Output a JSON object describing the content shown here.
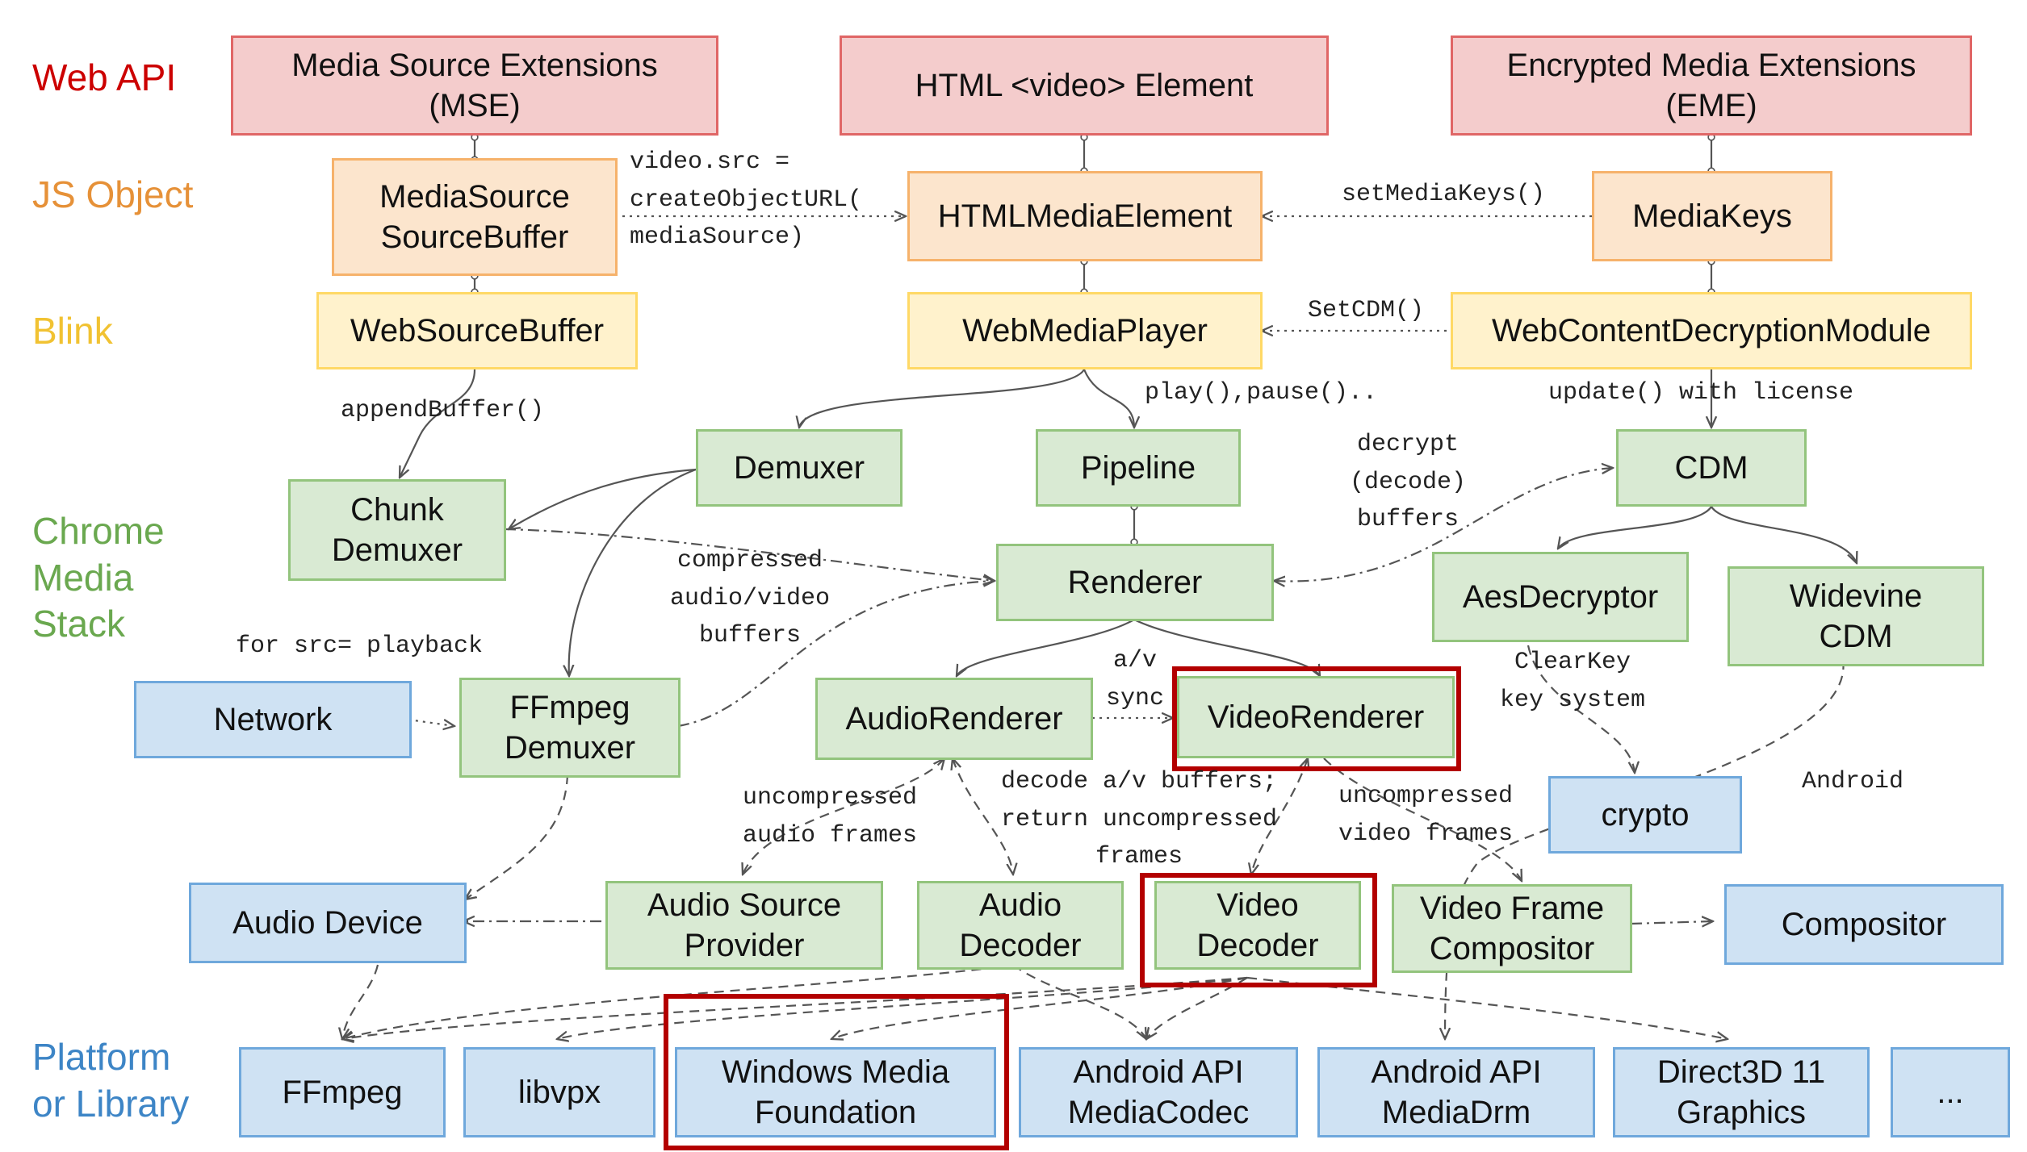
{
  "layers": {
    "web_api": "Web API",
    "js_object": "JS Object",
    "blink": "Blink",
    "chrome_media_stack": "Chrome\nMedia\nStack",
    "platform_or_library": "Platform\nor Library"
  },
  "colors": {
    "web_api": "#cc0000",
    "js_object": "#e69138",
    "blink": "#f1c232",
    "chrome_media_stack": "#6aa84f",
    "platform_or_library": "#3d85c6",
    "highlight": "#b30000"
  },
  "nodes": {
    "mse": "Media Source Extensions\n(MSE)",
    "html_video": "HTML <video> Element",
    "eme": "Encrypted Media Extensions\n(EME)",
    "media_source": "MediaSource\nSourceBuffer",
    "html_media_element": "HTMLMediaElement",
    "media_keys": "MediaKeys",
    "web_source_buffer": "WebSourceBuffer",
    "web_media_player": "WebMediaPlayer",
    "web_cdm": "WebContentDecryptionModule",
    "demuxer": "Demuxer",
    "pipeline": "Pipeline",
    "cdm": "CDM",
    "chunk_demuxer": "Chunk\nDemuxer",
    "renderer": "Renderer",
    "aes_decryptor": "AesDecryptor",
    "widevine_cdm": "Widevine\nCDM",
    "network": "Network",
    "ffmpeg_demuxer": "FFmpeg\nDemuxer",
    "audio_renderer": "AudioRenderer",
    "video_renderer": "VideoRenderer",
    "crypto": "crypto",
    "audio_device": "Audio Device",
    "audio_source_provider": "Audio Source\nProvider",
    "audio_decoder": "Audio\nDecoder",
    "video_decoder": "Video\nDecoder",
    "video_frame_compositor": "Video Frame\nCompositor",
    "compositor": "Compositor",
    "ffmpeg": "FFmpeg",
    "libvpx": "libvpx",
    "windows_media_foundation": "Windows Media\nFoundation",
    "android_mediacodec": "Android API\nMediaCodec",
    "android_mediadrm": "Android API\nMediaDrm",
    "direct3d": "Direct3D 11\nGraphics",
    "more": "..."
  },
  "edge_labels": {
    "video_src": "video.src =\ncreateObjectURL(\nmediaSource)",
    "set_media_keys": "setMediaKeys()",
    "set_cdm": "SetCDM()",
    "append_buffer": "appendBuffer()",
    "play_pause": "play(),pause()..",
    "update_license": "update() with license",
    "decrypt": "decrypt\n(decode)\nbuffers",
    "compressed": "compressed\naudio/video\nbuffers",
    "for_src": "for src= playback",
    "av_sync": "a/v\nsync",
    "clearkey": "ClearKey\nkey system",
    "uncompressed_audio": "uncompressed\naudio frames",
    "decode_av": "decode a/v buffers;\nreturn uncompressed\nframes",
    "uncompressed_video": "uncompressed\nvideo frames",
    "android": "Android"
  }
}
